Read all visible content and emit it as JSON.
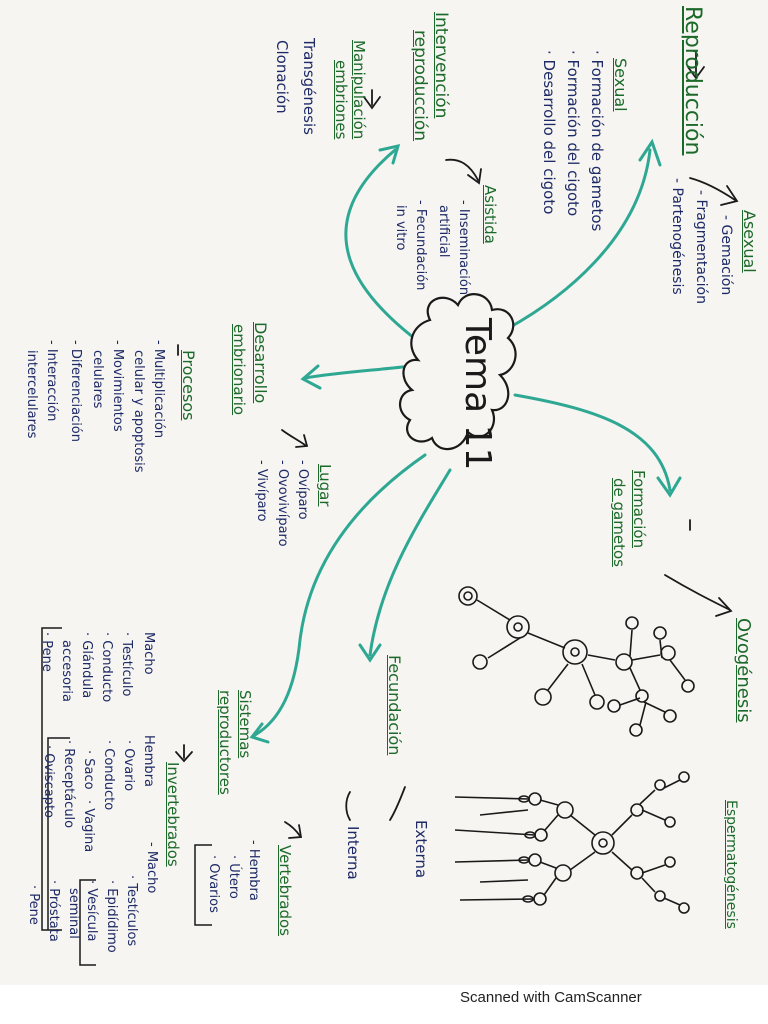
{
  "center": {
    "label": "Tema 11"
  },
  "reproduccion": {
    "title": "Reproducción",
    "sexual": {
      "label": "Sexual",
      "items": [
        "· Formación de gametos",
        "· Formación del cigoto",
        "· Desarrollo del cigoto"
      ]
    },
    "asexual": {
      "label": "Asexual",
      "items": [
        "- Gemación",
        "- Fragmentación",
        "- Partenogénesis"
      ]
    }
  },
  "intervencion": {
    "title_line1": "Intervención",
    "title_line2": "reproducción",
    "manipulacion": {
      "line1": "Manipulación",
      "line2": "embriones"
    },
    "items": [
      "Transgénesis",
      "Clonación"
    ],
    "asistida": {
      "label": "Asistida",
      "items": [
        "- Inseminación",
        "artificial",
        "- Fecundación",
        "in vitro"
      ]
    }
  },
  "desarrollo": {
    "title_line1": "Desarrollo",
    "title_line2": "embrionario",
    "procesos": {
      "label": "Procesos",
      "items": [
        "- Multiplicación",
        "celular y apoptosis",
        "- Movimientos",
        "celulares",
        "- Diferenciación",
        "- Interacción",
        "intercelulares"
      ]
    },
    "lugar": {
      "label": "Lugar",
      "items": [
        "- Ovíparo",
        "- Ovovivíparo",
        "- Vivíparo"
      ]
    }
  },
  "formacion": {
    "title_line1": "Formación",
    "title_line2": "de gametos",
    "ovogenesis": "Ovogénesis",
    "espermatogenesis": "Espermatogénesis"
  },
  "fecundacion": {
    "title": "Fecundación",
    "externa": "Externa",
    "interna": "Interna"
  },
  "sistemas": {
    "title_line1": "Sistemas",
    "title_line2": "reproductores",
    "invertebrados": {
      "label": "Invertebrados",
      "macho": [
        "Macho",
        "· Testículo",
        "· Conducto",
        "· Glándula",
        "accesoria",
        "· Pene"
      ],
      "hembra": [
        "Hembra",
        "· Ovario",
        "· Conducto",
        "· Saco",
        "· Vagina",
        "· Receptáculo",
        "· Oviscapto"
      ]
    },
    "vertebrados": {
      "label": "Vertebrados",
      "hembra": [
        "- Hembra",
        "· Útero",
        "· Ovarios"
      ],
      "macho": [
        "- Macho",
        "· Testículos",
        "· Epidídimo",
        "· Vesícula",
        "seminal",
        "· Próstata",
        "· Pene"
      ]
    }
  },
  "footer": {
    "scanner": "Scanned with CamScanner"
  },
  "colors": {
    "teal": "#2ea892",
    "green": "#1c6a2a",
    "navy": "#1d2a66",
    "paper": "#f6f5f2"
  }
}
